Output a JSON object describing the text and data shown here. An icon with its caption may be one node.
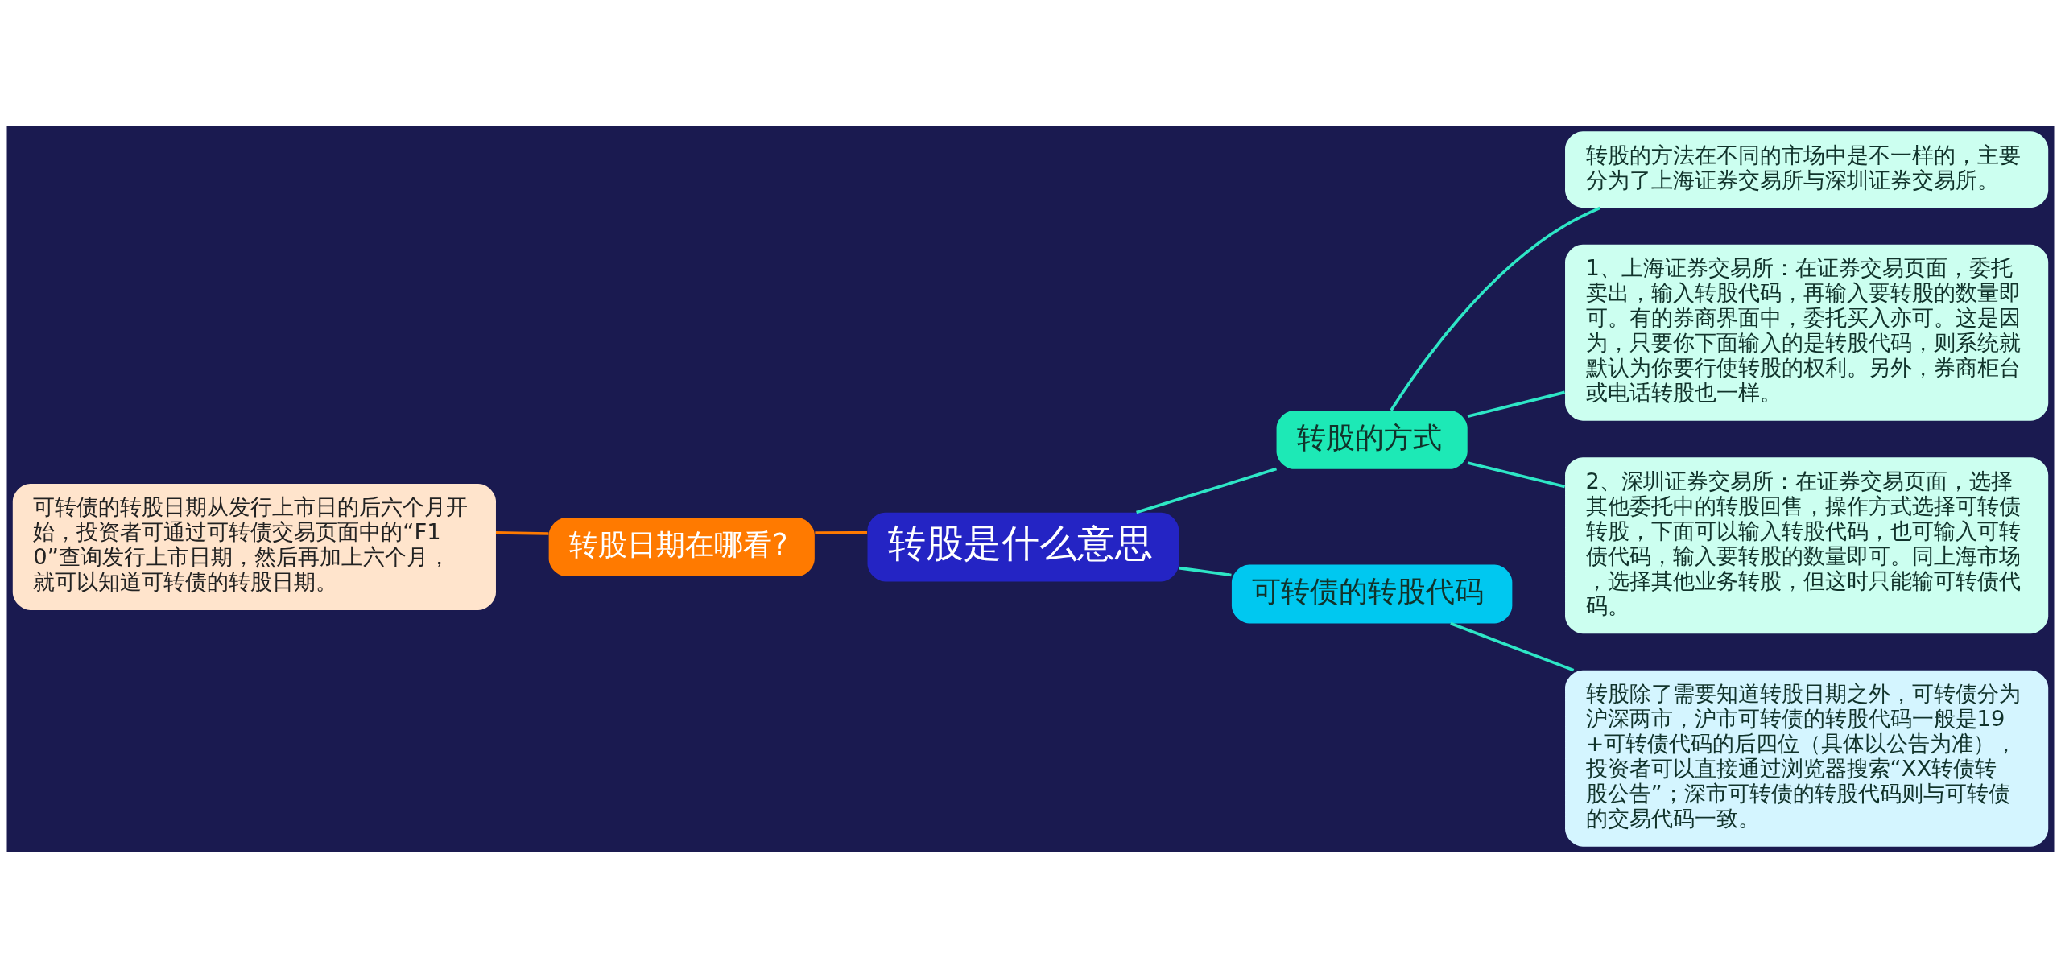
{
  "diagram": {
    "nodes": [
      {
        "text": [
          "转股是什么意思"
        ]
      },
      {
        "text": [
          "转股日期在哪看?"
        ]
      },
      {
        "text": [
          "可转债的转股日期从发行上市日的后六个月开始，投资者可通过可转债交易页面中的“F10”查询发行上市日期，然后再加上六个月，就可以知道可转债的转股日期。"
        ]
      },
      {
        "text": [
          "转股的方式"
        ]
      },
      {
        "text": [
          "转股的方法在不同的市场中是不一样的，主要分为了上海证券交易所与深圳证券交易所。"
        ]
      },
      {
        "text": [
          "1、上海证券交易所：在证券交易页面，委托卖出，输入转股代码，再输入要转股的数量即可。有的券商界面中，委托买入亦可。这是因为，只要你下面输入的是转股代码，则系统就默认为你要行使转股的权利。另外，券商柜台或电话转股也一样。"
        ]
      },
      {
        "text": [
          "2、深圳证券交易所：在证券交易页面，选择其他委托中的转股回售，操作方式选择可转债转股，下面可以输入转股代码，也可输入可转债代码，输入要转股的数量即可。同上海市场，选择其他业务转股，但这时只能输可转债代码。"
        ]
      },
      {
        "text": [
          "可转债的转股代码"
        ]
      },
      {
        "text": [
          "转股除了需要知道转股日期之外，可转债分为沪深两市，沪市可转债的转股代码一般是19+可转债代码的后四位（具体以公告为准），投资者可以直接通过浏览器搜索“XX转债转股公告”；深市可转债的转股代码则与可转债的交易代码一致。"
        ]
      }
    ],
    "edges": [
      {
        "from": 0,
        "to": 1,
        "arrow": "none",
        "color": "#ff7a00"
      },
      {
        "from": 1,
        "to": 2,
        "arrow": "none",
        "color": "#ff7a00"
      },
      {
        "from": 0,
        "to": 3,
        "arrow": "none"
      },
      {
        "from": 3,
        "to": 4,
        "arrow": "none"
      },
      {
        "from": 3,
        "to": 5,
        "arrow": "none"
      },
      {
        "from": 3,
        "to": 6,
        "arrow": "none"
      },
      {
        "from": 0,
        "to": 7,
        "arrow": "none"
      },
      {
        "from": 7,
        "to": 8,
        "arrow": "none"
      }
    ]
  }
}
